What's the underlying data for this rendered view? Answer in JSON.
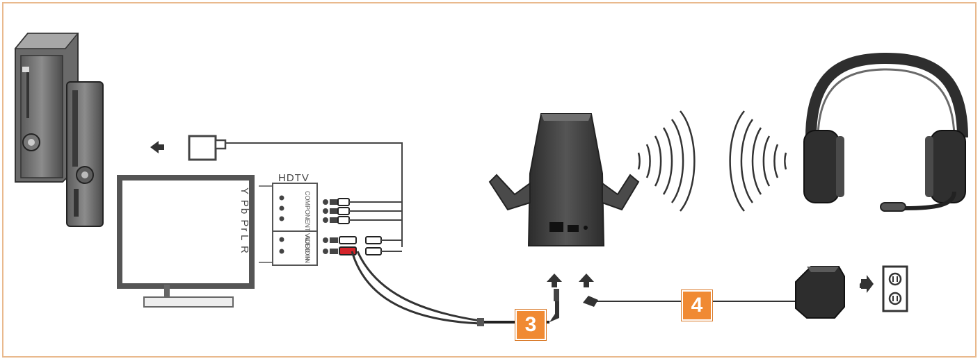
{
  "hdtv_panel": {
    "title": "HDTV",
    "side_label_component": "Y Pb Pr",
    "side_label_audio": "L R",
    "port_label_component": "COMPONENT VIDEO IN",
    "port_label_audio": "AUDIO IN"
  },
  "steps": [
    {
      "number": "3"
    },
    {
      "number": "4"
    }
  ],
  "colors": {
    "badge": "#f08a33",
    "frame": "#e9b98d",
    "device_dark": "#3a3a3a",
    "cable_red": "#d3242a"
  },
  "icons": [
    "xbox-console-icon",
    "hdtv-monitor-icon",
    "hdmi-plug-icon",
    "transmitter-base-icon",
    "wireless-signal-icon",
    "headset-icon",
    "power-adapter-icon",
    "wall-outlet-icon"
  ]
}
